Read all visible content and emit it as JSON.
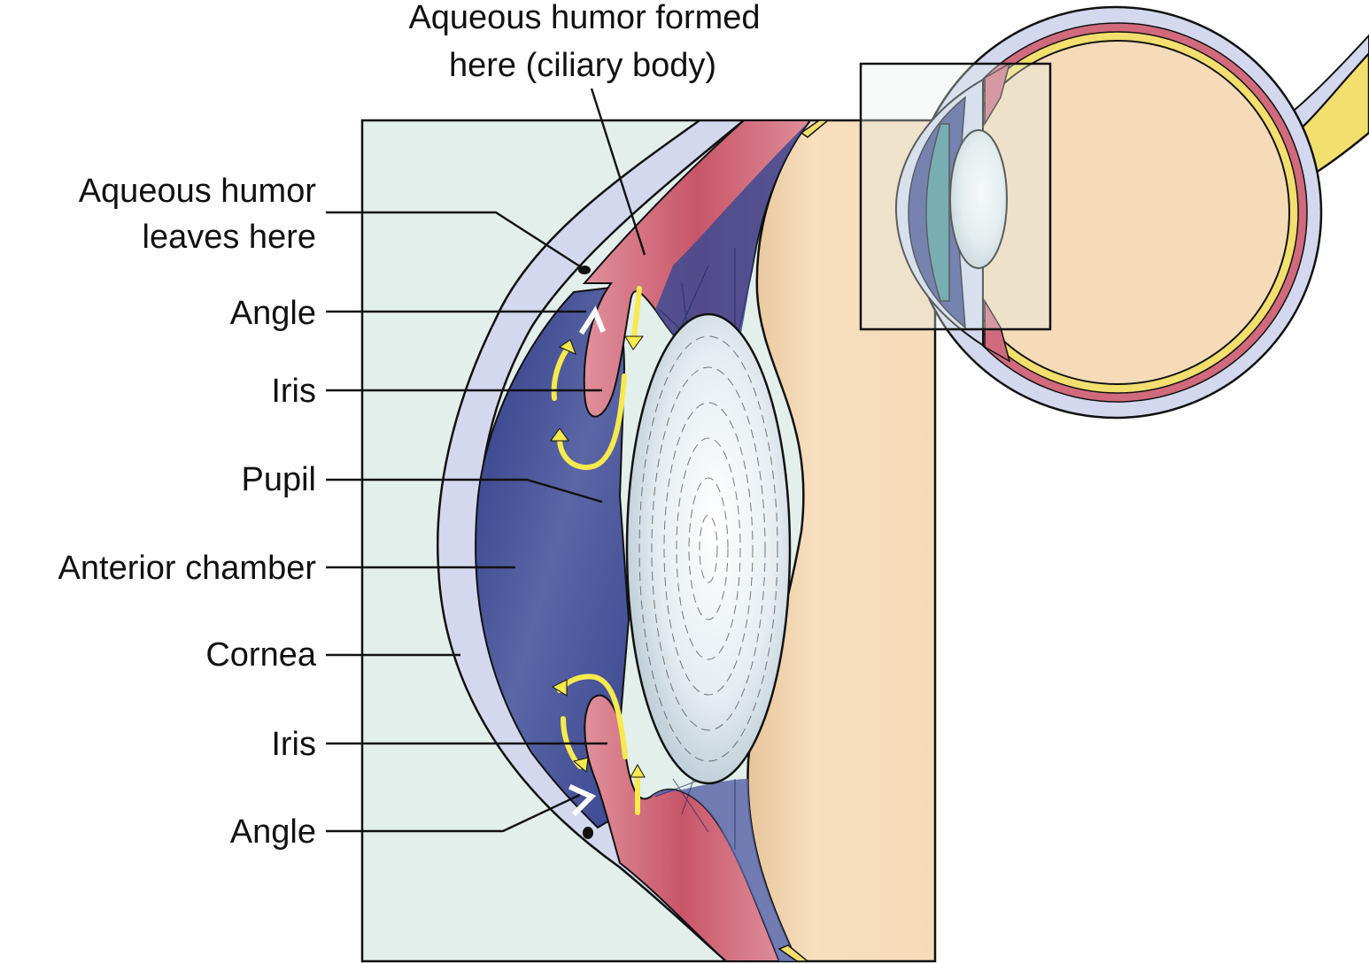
{
  "labels": {
    "formed_line1": "Aqueous humor formed",
    "formed_line2": "here (ciliary body)",
    "leaves_line1": "Aqueous humor",
    "leaves_line2": "leaves here",
    "angle_top": "Angle",
    "iris_top": "Iris",
    "pupil": "Pupil",
    "anterior_chamber": "Anterior chamber",
    "cornea": "Cornea",
    "iris_bottom": "Iris",
    "angle_bottom": "Angle"
  },
  "colors": {
    "panel_background": "#e3efeb",
    "cornea": "#d3d8ee",
    "anterior_chamber": "#3d4a92",
    "ciliary_body_iris": "#d06a7c",
    "lens": "#e8f1f4",
    "vitreous": "#f5dbb8",
    "flow_arrows": "#f6ea4c",
    "retina": "#f2df6e",
    "outline": "#111111"
  },
  "icons": {
    "flow_arrow": "curved-yellow-arrow",
    "angle_marker": "white-chevron-icon"
  }
}
